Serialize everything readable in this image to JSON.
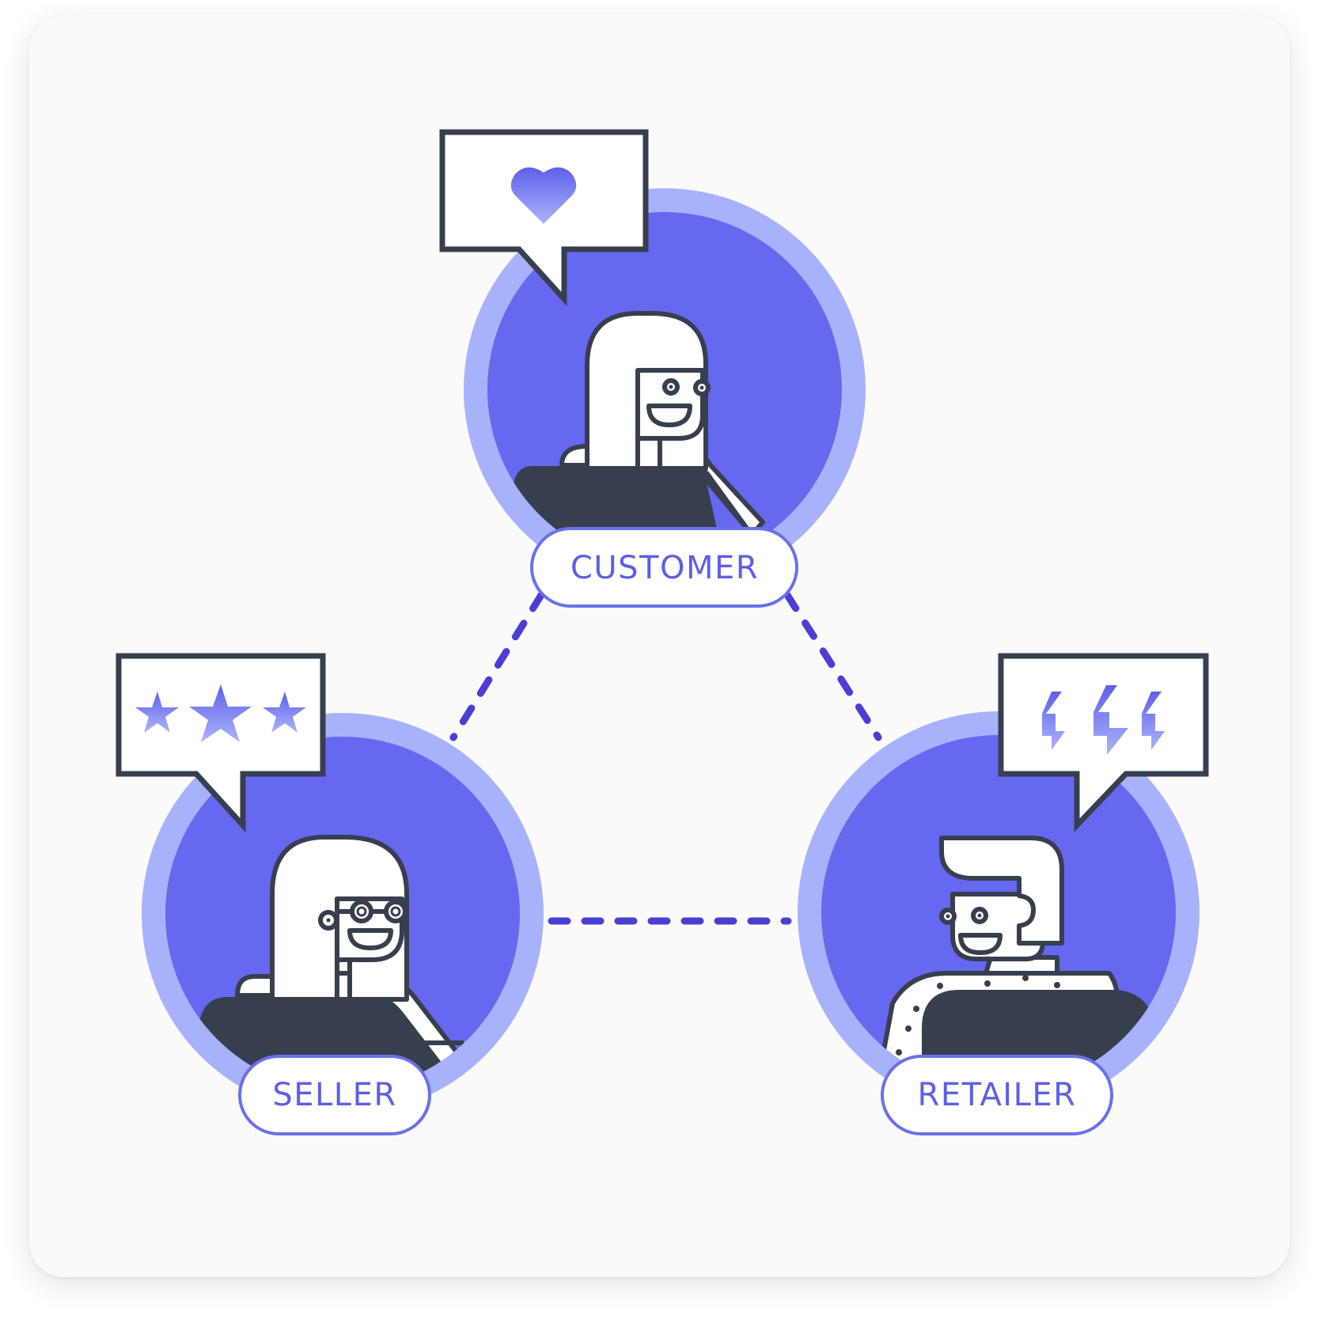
{
  "nodes": {
    "customer": {
      "label": "CUSTOMER",
      "bubble_icon": "heart-icon"
    },
    "seller": {
      "label": "SELLER",
      "bubble_icon": "stars-icon"
    },
    "retailer": {
      "label": "RETAILER",
      "bubble_icon": "lightning-bolts-icon"
    }
  },
  "connections": [
    {
      "from": "customer",
      "to": "seller",
      "style": "dashed"
    },
    {
      "from": "customer",
      "to": "retailer",
      "style": "dashed"
    },
    {
      "from": "seller",
      "to": "retailer",
      "style": "dashed"
    }
  ],
  "colors": {
    "card_background": "#fafafb",
    "circle_outer": "#a6b2fb",
    "circle_inner": "#6469ef",
    "connector": "#4a3fd3",
    "outline": "#373f4f",
    "label_text": "#5d5fe8",
    "label_border": "#6a70ee"
  }
}
